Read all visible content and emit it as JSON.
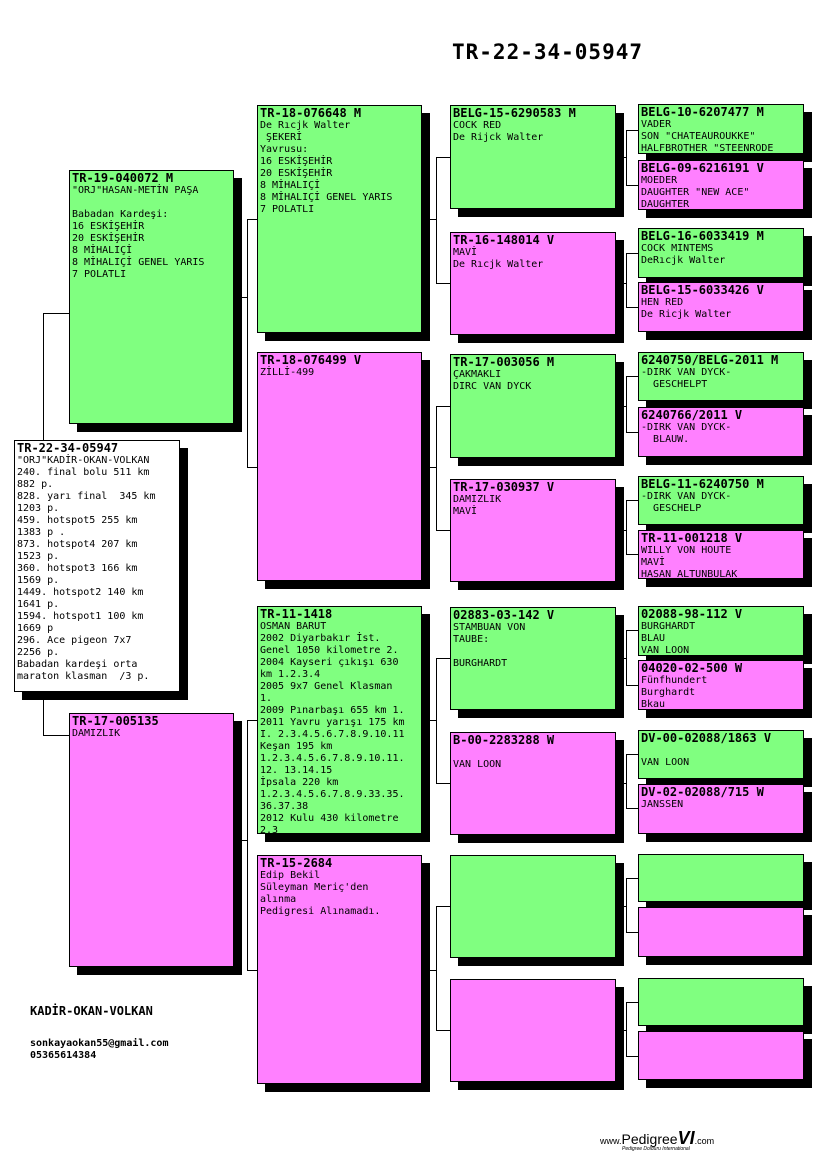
{
  "header_title": "TR-22-34-05947",
  "subject": {
    "id": "TR-22-34-05947",
    "text": "\"ORJ\"KADİR-OKAN-VOLKAN\n240. final bolu 511 km\n882 p.\n828. yarı final  345 km\n1203 p.\n459. hotspot5 255 km\n1383 p .\n873. hotspot4 207 km\n1523 p.\n360. hotspot3 166 km\n1569 p.\n1449. hotspot2 140 km\n1641 p.\n1594. hotspot1 100 km\n1669 p\n296. Ace pigeon 7x7\n2256 p.\nBabadan kardeşi orta\nmaraton klasman  /3 p."
  },
  "sire": {
    "id": "TR-19-040072 M",
    "text": "\"ORJ\"HASAN-METİN PAŞA\n\nBabadan Kardeşi:\n16 ESKİŞEHİR\n20 ESKİŞEHİR\n8 MİHALIÇİ\n8 MİHALIÇİ GENEL YARIS\n7 POLATLI"
  },
  "dam": {
    "id": "TR-17-005135",
    "text": "DAMIZLIK"
  },
  "gen2": [
    {
      "id": "TR-18-076648 M",
      "text": "De Rıcjk Walter\n ŞEKERİ\nYavrusu:\n16 ESKİŞEHİR\n20 ESKİŞEHİR\n8 MİHALIÇİ\n8 MİHALIÇİ GENEL YARIS\n7 POLATLI"
    },
    {
      "id": "TR-18-076499 V",
      "text": "ZİLLİ-499"
    },
    {
      "id": "TR-11-1418",
      "text": "OSMAN BARUT\n2002 Diyarbakır İst.\nGenel 1050 kilometre 2.\n2004 Kayseri çıkışı 630\nkm 1.2.3.4\n2005 9x7 Genel Klasman\n1.\n2009 Pınarbaşı 655 km 1.\n2011 Yavru yarışı 175 km\nI. 2.3.4.5.6.7.8.9.10.11\nKeşan 195 km\n1.2.3.4.5.6.7.8.9.10.11.\n12. 13.14.15\nİpsala 220 km\n1.2.3.4.5.6.7.8.9.33.35.\n36.37.38\n2012 Kulu 430 kilometre\n2.3"
    },
    {
      "id": "TR-15-2684",
      "text": "Edip Bekil\nSüleyman Meriç'den\nalınma\nPedigresi Alınamadı."
    }
  ],
  "gen3": [
    {
      "id": "BELG-15-6290583 M",
      "text": "COCK RED\nDe Rijck Walter"
    },
    {
      "id": "TR-16-148014 V",
      "text": "MAVİ\nDe Rıcjk Walter"
    },
    {
      "id": "TR-17-003056 M",
      "text": "ÇAKMAKLI\nDIRC VAN DYCK"
    },
    {
      "id": "TR-17-030937 V",
      "text": "DAMIZLIK\nMAVİ"
    },
    {
      "id": "02883-03-142 V",
      "text": "STAMBUAN VON\nTAUBE:\n\nBURGHARDT"
    },
    {
      "id": "B-00-2283288 W",
      "text": "\nVAN LOON"
    },
    {
      "id": "",
      "text": ""
    },
    {
      "id": "",
      "text": ""
    }
  ],
  "gen4": [
    {
      "id": "BELG-10-6207477 M",
      "text": "VADER\nSON \"CHATEAUROUKKE\"\nHALFBROTHER \"STEENRODE"
    },
    {
      "id": "BELG-09-6216191 V",
      "text": "MOEDER\nDAUGHTER \"NEW ACE\"\nDAUGHTER"
    },
    {
      "id": "BELG-16-6033419 M",
      "text": "COCK MINTEMS\nDeRıcjk Walter"
    },
    {
      "id": "BELG-15-6033426 V",
      "text": "HEN RED\nDe Ricjk Walter"
    },
    {
      "id": "6240750/BELG-2011 M",
      "text": "-DIRK VAN DYCK-\n  GESCHELPT"
    },
    {
      "id": "6240766/2011 V",
      "text": "-DIRK VAN DYCK-\n  BLAUW."
    },
    {
      "id": "BELG-11-6240750 M",
      "text": "-DIRK VAN DYCK-\n  GESCHELP"
    },
    {
      "id": "TR-11-001218 V",
      "text": "WILLY VON HOUTE\nMAVİ\nHASAN ALTUNBULAK"
    },
    {
      "id": "02088-98-112 V",
      "text": "BURGHARDT\nBLAU\nVAN LOON"
    },
    {
      "id": "04020-02-500 W",
      "text": "Fünfhundert\nBurghardt\nBkau"
    },
    {
      "id": "DV-00-02088/1863 V",
      "text": "\nVAN LOON"
    },
    {
      "id": "DV-02-02088/715 W",
      "text": "JANSSEN"
    },
    {
      "id": "",
      "text": ""
    },
    {
      "id": "",
      "text": ""
    },
    {
      "id": "",
      "text": ""
    },
    {
      "id": "",
      "text": ""
    }
  ],
  "footer": {
    "owner": "KADİR-OKAN-VOLKAN",
    "email": "sonkayaokan55@gmail.com",
    "phone": "05365614384"
  },
  "logo": {
    "www": "www.",
    "name": "Pedigree",
    "mark": "VI",
    "tld": ".com",
    "tagline": "Pedigree Dolduru International"
  },
  "colors": {
    "male": "#80ff80",
    "female": "#ff80ff",
    "subject": "#ffffff"
  }
}
